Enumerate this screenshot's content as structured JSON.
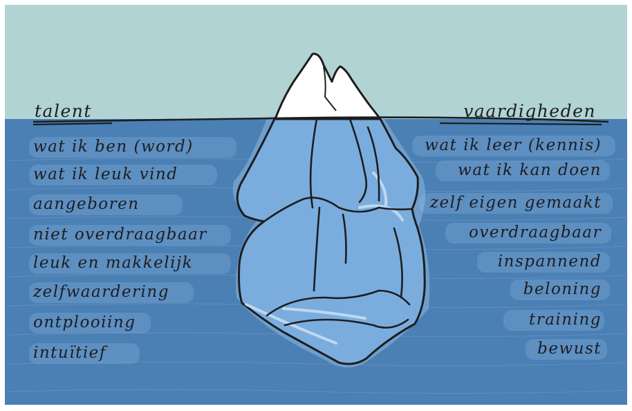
{
  "left": {
    "heading": "talent",
    "items": [
      "wat ik ben (word)",
      "wat ik leuk vind",
      "aangeboren",
      "niet overdraagbaar",
      "leuk en makkelijk",
      "zelfwaardering",
      "ontplooiing",
      "intuïtief"
    ]
  },
  "right": {
    "heading": "vaardigheden",
    "items": [
      "wat ik leer (kennis)",
      "wat ik kan doen",
      "zelf eigen gemaakt",
      "overdraagbaar",
      "inspannend",
      "beloning",
      "training",
      "bewust"
    ]
  },
  "colors": {
    "sky": "#b2d3d4",
    "water": "#4a80b4",
    "ice_above": "#ffffff",
    "ice_below": "#7aaddd",
    "ink": "#1d1d1f"
  }
}
